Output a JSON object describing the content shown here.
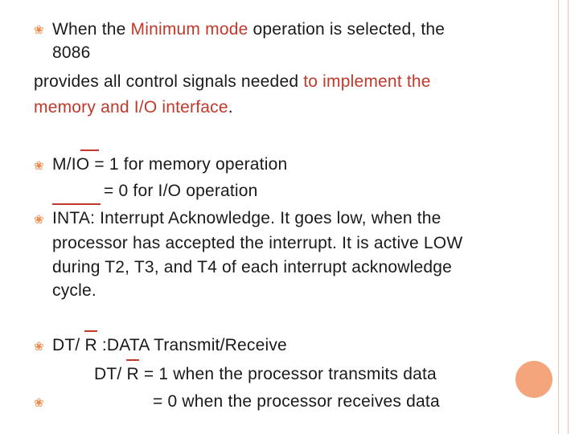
{
  "colors": {
    "text": "#1a1a1a",
    "highlight": "#c0392b",
    "bullet": "#f08a4b",
    "decoration_circle": "#f4a57c",
    "decoration_rule": "#f2c4a8"
  },
  "icons": {
    "bullet": "orange-quatrefoil-icon"
  },
  "intro": {
    "line1_pre": "When the ",
    "line1_hl": "Minimum mode",
    "line1_post": " operation is selected, the",
    "line2": "8086",
    "line3_pre": "provides all control signals needed ",
    "line3_hl": "to implement the",
    "line4_hl": "memory and I/O interface",
    "line4_post": "."
  },
  "mio": {
    "signal": "M/IO",
    "line1": " = 1 for memory operation",
    "line2": "= 0 for I/O operation"
  },
  "inta": {
    "signal": "INTA",
    "line1": ": Interrupt Acknowledge. It goes low, when the",
    "line2": "processor has accepted the interrupt. It is active LOW",
    "line3": "during T2, T3, and T4 of each interrupt acknowledge",
    "line4": "cycle."
  },
  "dtr": {
    "sig_a": "DT/ ",
    "sig_b": "R",
    "line1": " :DATA Transmit/Receive",
    "line2": " = 1 when the processor transmits data",
    "line3": "= 0 when the processor  receives data"
  }
}
